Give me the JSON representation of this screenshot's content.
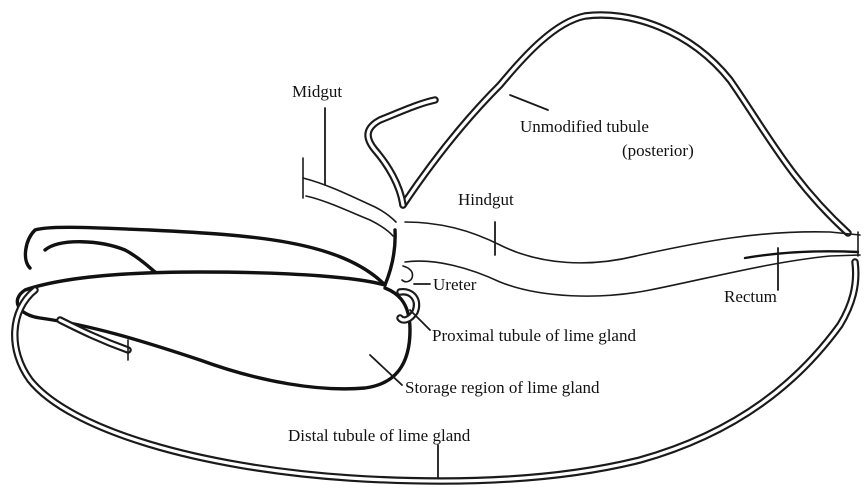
{
  "labels": {
    "midgut": "Midgut",
    "unmodified_tubule_line1": "Unmodified tubule",
    "unmodified_tubule_line2": "(posterior)",
    "hindgut": "Hindgut",
    "ureter": "Ureter",
    "rectum": "Rectum",
    "proximal_tubule": "Proximal tubule of lime gland",
    "storage_region": "Storage region of lime gland",
    "distal_tubule": "Distal tubule of lime gland"
  }
}
